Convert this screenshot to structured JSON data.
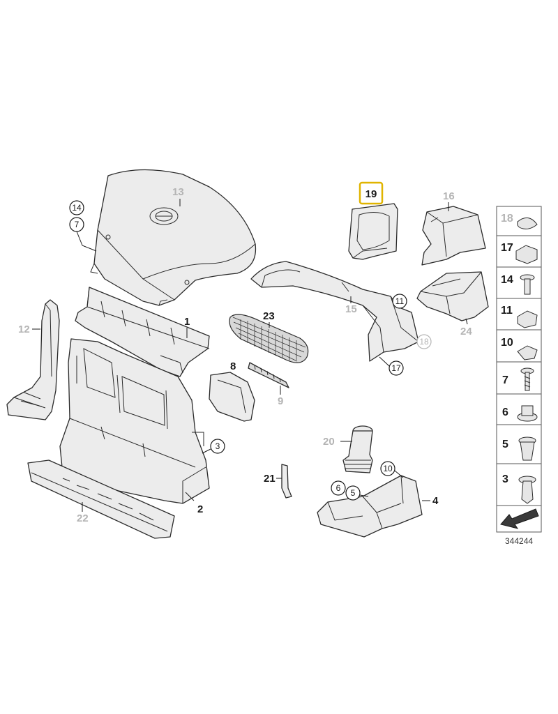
{
  "diagram": {
    "number": "344244",
    "highlighted_part": "19"
  },
  "callouts": {
    "p1": "1",
    "p2": "2",
    "p4": "4",
    "p8": "8",
    "p19": "19",
    "p21": "21",
    "p23": "23",
    "p9": "9",
    "p12": "12",
    "p13": "13",
    "p15": "15",
    "p16": "16",
    "p20": "20",
    "p22": "22",
    "p24": "24",
    "c14": "14",
    "c7": "7",
    "c11": "11",
    "c18": "18",
    "c17": "17",
    "c3": "3",
    "c10": "10",
    "c6": "6",
    "c5": "5"
  },
  "legend": [
    {
      "label": "18",
      "icon": "clip-ring-icon"
    },
    {
      "label": "17",
      "icon": "spring-clip-icon"
    },
    {
      "label": "14",
      "icon": "expansion-rivet-icon"
    },
    {
      "label": "11",
      "icon": "clip-nut-icon"
    },
    {
      "label": "10",
      "icon": "speed-nut-icon"
    },
    {
      "label": "7",
      "icon": "screw-icon"
    },
    {
      "label": "6",
      "icon": "flange-nut-icon"
    },
    {
      "label": "5",
      "icon": "expanding-nut-icon"
    },
    {
      "label": "3",
      "icon": "push-rivet-icon"
    },
    {
      "label": "",
      "icon": "arrow-icon"
    }
  ],
  "colors": {
    "highlight": "#e0b400",
    "inactive_label": "#b4b4b4"
  }
}
